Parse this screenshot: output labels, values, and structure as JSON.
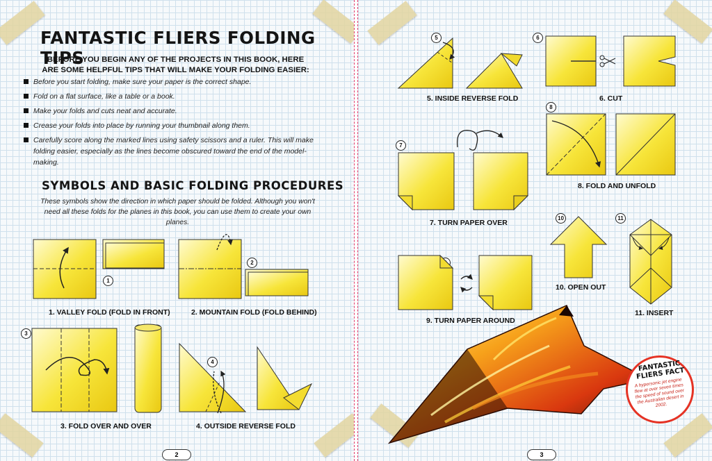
{
  "left": {
    "title": "FANTASTIC FLIERS FOLDING TIPS",
    "intro": "BEFORE YOU BEGIN ANY OF THE PROJECTS IN THIS BOOK, HERE ARE SOME HELPFUL TIPS THAT WILL MAKE YOUR FOLDING EASIER:",
    "tips": [
      "Before you start folding, make sure your paper is the correct shape.",
      "Fold on a flat surface, like a table or a book.",
      "Make your folds and cuts neat and accurate.",
      "Crease your folds into place by running your thumbnail along them.",
      "Carefully score along the marked lines using safety scissors and a ruler. This will make folding easier, especially as the lines become obscured toward the end of the model-making."
    ],
    "section_title": "SYMBOLS AND BASIC FOLDING PROCEDURES",
    "section_intro": "These symbols show the direction in which paper should be folded. Although you won't need all these folds for the planes in this book, you can use them to create your own planes.",
    "steps": {
      "s1": {
        "num": "1",
        "caption": "1. VALLEY FOLD (FOLD IN FRONT)"
      },
      "s2": {
        "num": "2",
        "caption": "2. MOUNTAIN FOLD (FOLD BEHIND)"
      },
      "s3": {
        "num": "3",
        "caption": "3. FOLD OVER AND OVER"
      },
      "s4": {
        "num": "4",
        "caption": "4. OUTSIDE REVERSE FOLD"
      }
    },
    "page_number": "2"
  },
  "right": {
    "steps": {
      "s5": {
        "num": "5",
        "caption": "5. INSIDE REVERSE FOLD"
      },
      "s6": {
        "num": "6",
        "caption": "6. CUT"
      },
      "s7": {
        "num": "7",
        "caption": "7. TURN PAPER OVER"
      },
      "s8": {
        "num": "8",
        "caption": "8. FOLD AND UNFOLD"
      },
      "s9": {
        "num": "9",
        "caption": "9. TURN PAPER AROUND"
      },
      "s10": {
        "num": "10",
        "caption": "10. OPEN OUT"
      },
      "s11": {
        "num": "11",
        "caption": "11. INSERT"
      }
    },
    "fact": {
      "title": "FANTASTIC FLIERS FACT",
      "text": "A hypersonic jet engine flew at over seven times the speed of sound over the Australian desert in 2002."
    },
    "page_number": "3"
  },
  "colors": {
    "paper_yellow": "#f7e43a",
    "fact_red": "#e53224",
    "gutter_dash": "#e23a6a"
  }
}
